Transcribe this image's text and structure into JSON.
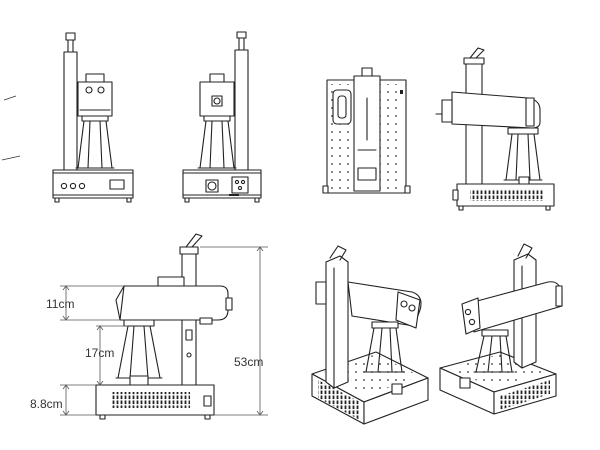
{
  "dimensions": {
    "head_height": "11cm",
    "throat_depth": "17cm",
    "base_height": "8.8cm",
    "total_height": "53cm"
  },
  "views": [
    "front-view",
    "back-view",
    "top-view",
    "side-view-right",
    "dimensioned-side-view",
    "isometric-front-view",
    "isometric-back-view"
  ]
}
